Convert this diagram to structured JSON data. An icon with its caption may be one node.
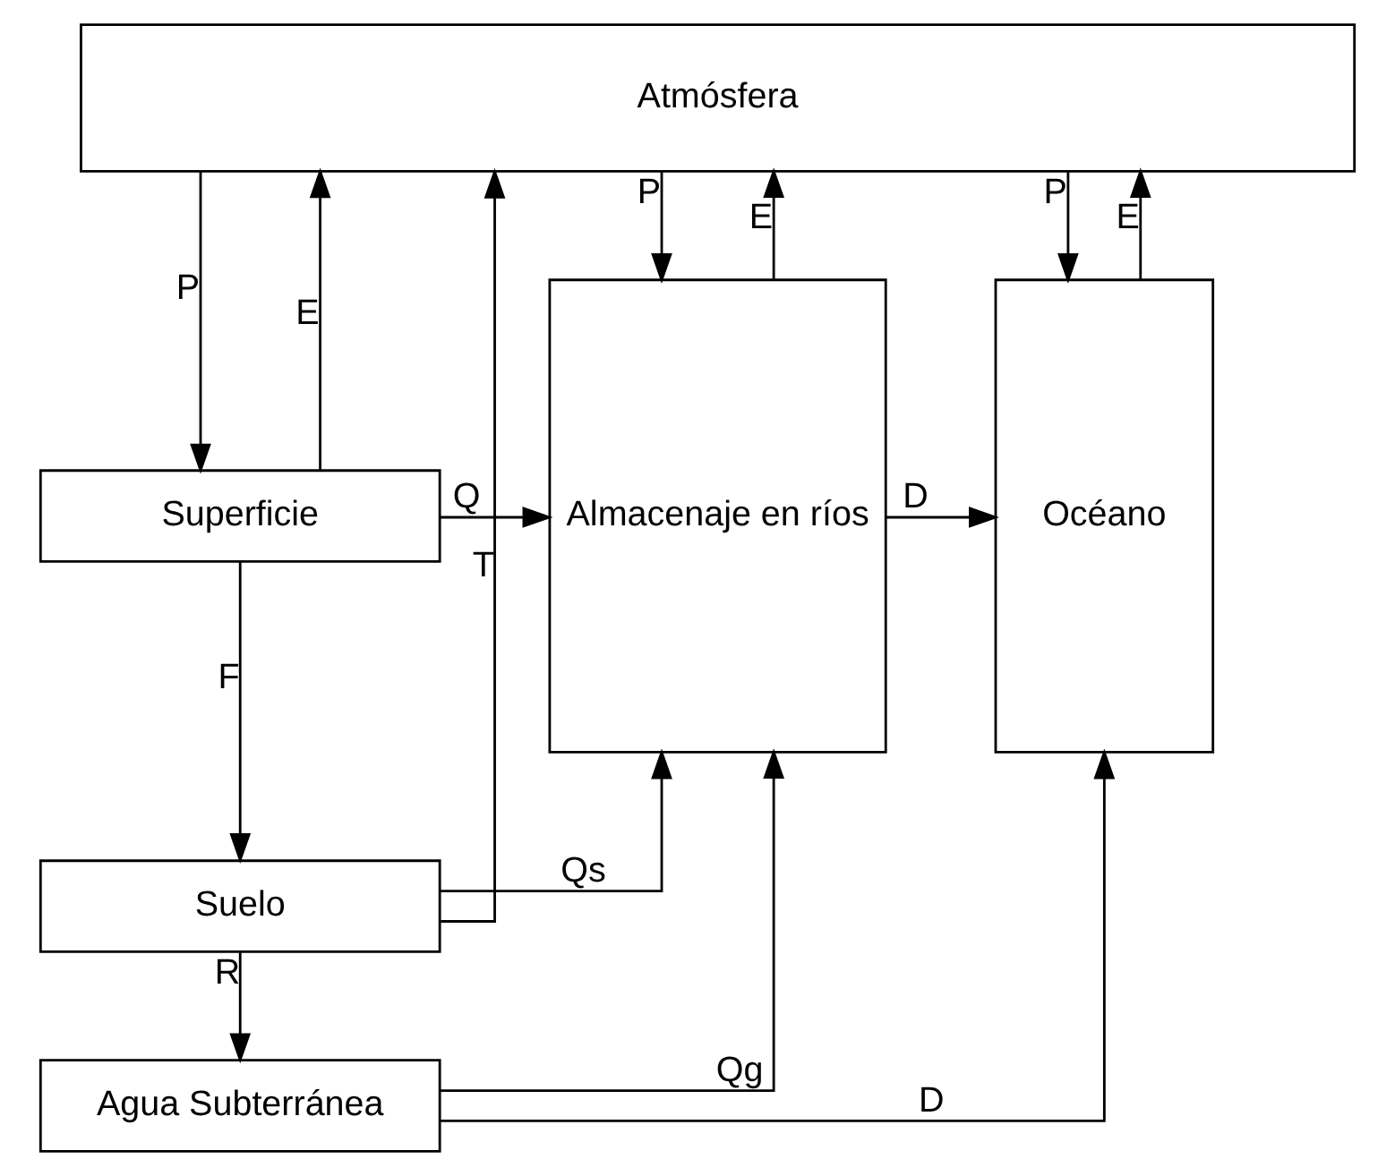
{
  "diagram": {
    "nodes": [
      {
        "text": [
          "Atmósfera"
        ]
      },
      {
        "text": [
          "Superficie"
        ]
      },
      {
        "text": [
          "Suelo"
        ]
      },
      {
        "text": [
          "Agua Subterránea"
        ]
      },
      {
        "text": [
          "Almacenaje en ríos"
        ]
      },
      {
        "text": [
          "Océano"
        ]
      }
    ],
    "edges": [
      {
        "from": 0,
        "to": 1,
        "arrow": "to",
        "label": "P"
      },
      {
        "from": 1,
        "to": 0,
        "arrow": "to",
        "label": "E"
      },
      {
        "from": 0,
        "to": 4,
        "arrow": "to",
        "label": "P"
      },
      {
        "from": 4,
        "to": 0,
        "arrow": "to",
        "label": "E"
      },
      {
        "from": 0,
        "to": 5,
        "arrow": "to",
        "label": "P"
      },
      {
        "from": 5,
        "to": 0,
        "arrow": "to",
        "label": "E"
      },
      {
        "from": 1,
        "to": 4,
        "arrow": "to",
        "label": "Q"
      },
      {
        "from": 1,
        "to": 2,
        "arrow": "to",
        "label": "F"
      },
      {
        "from": 2,
        "to": 0,
        "arrow": "to",
        "label": "T"
      },
      {
        "from": 2,
        "to": 4,
        "arrow": "to",
        "label": "Qs"
      },
      {
        "from": 2,
        "to": 3,
        "arrow": "to",
        "label": "R"
      },
      {
        "from": 3,
        "to": 4,
        "arrow": "to",
        "label": "Qg"
      },
      {
        "from": 4,
        "to": 5,
        "arrow": "to",
        "label": "D"
      },
      {
        "from": 3,
        "to": 5,
        "arrow": "to",
        "label": "D"
      }
    ]
  }
}
